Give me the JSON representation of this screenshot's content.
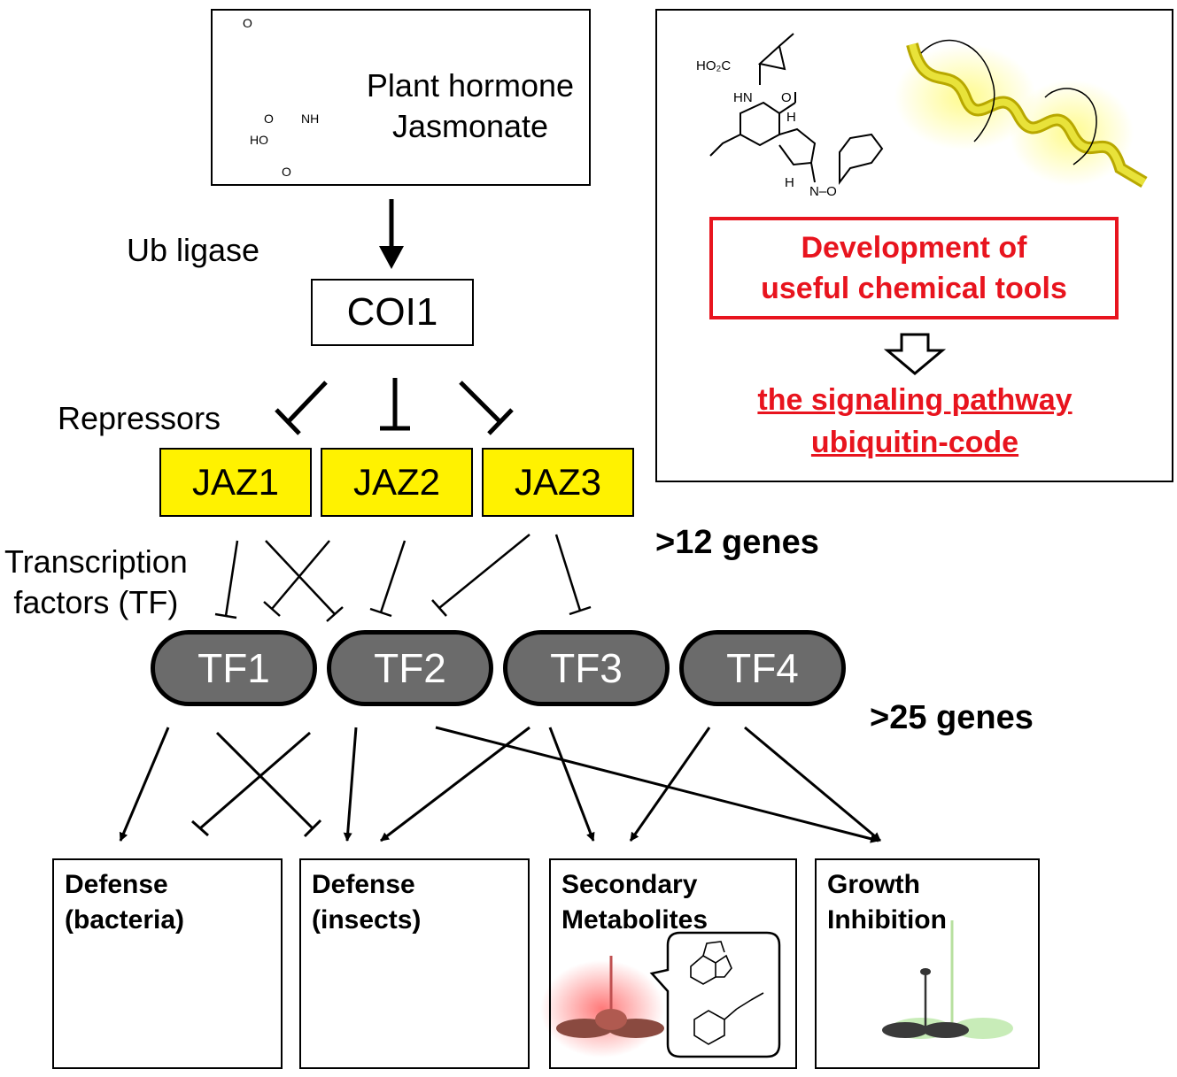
{
  "hormone": {
    "line1": "Plant hormone",
    "line2": "Jasmonate"
  },
  "molecule_labels": {
    "o": "O",
    "nh": "NH",
    "o2": "O",
    "ho": "HO",
    "o3": "O"
  },
  "ub_ligase": "Ub ligase",
  "coi1": "COI1",
  "repressors": "Repressors",
  "jaz": [
    "JAZ1",
    "JAZ2",
    "JAZ3"
  ],
  "tf_label": {
    "line1": "Transcription",
    "line2": "factors (TF)"
  },
  "genes12": ">12 genes",
  "tf": [
    "TF1",
    "TF2",
    "TF3",
    "TF4"
  ],
  "genes25": ">25 genes",
  "outputs": [
    {
      "title": "Defense\n(bacteria)"
    },
    {
      "title": "Defense\n(insects)"
    },
    {
      "title": "Secondary\nMetabolites"
    },
    {
      "title": "Growth\nInhibition"
    }
  ],
  "tools": {
    "box_line1": "Development of",
    "box_line2": "useful chemical tools",
    "link_line1": "the signaling pathway",
    "link_line2": "ubiquitin-code",
    "accent": "#e8141e",
    "chem_labels": {
      "ho2c": "HO₂C",
      "hn": "HN",
      "o": "O",
      "h1": "H",
      "h2": "H",
      "n_o": "N–O"
    }
  },
  "colors": {
    "jaz": "#fff200",
    "tf": "#6b6b6b",
    "helix": "#d8d21a"
  }
}
